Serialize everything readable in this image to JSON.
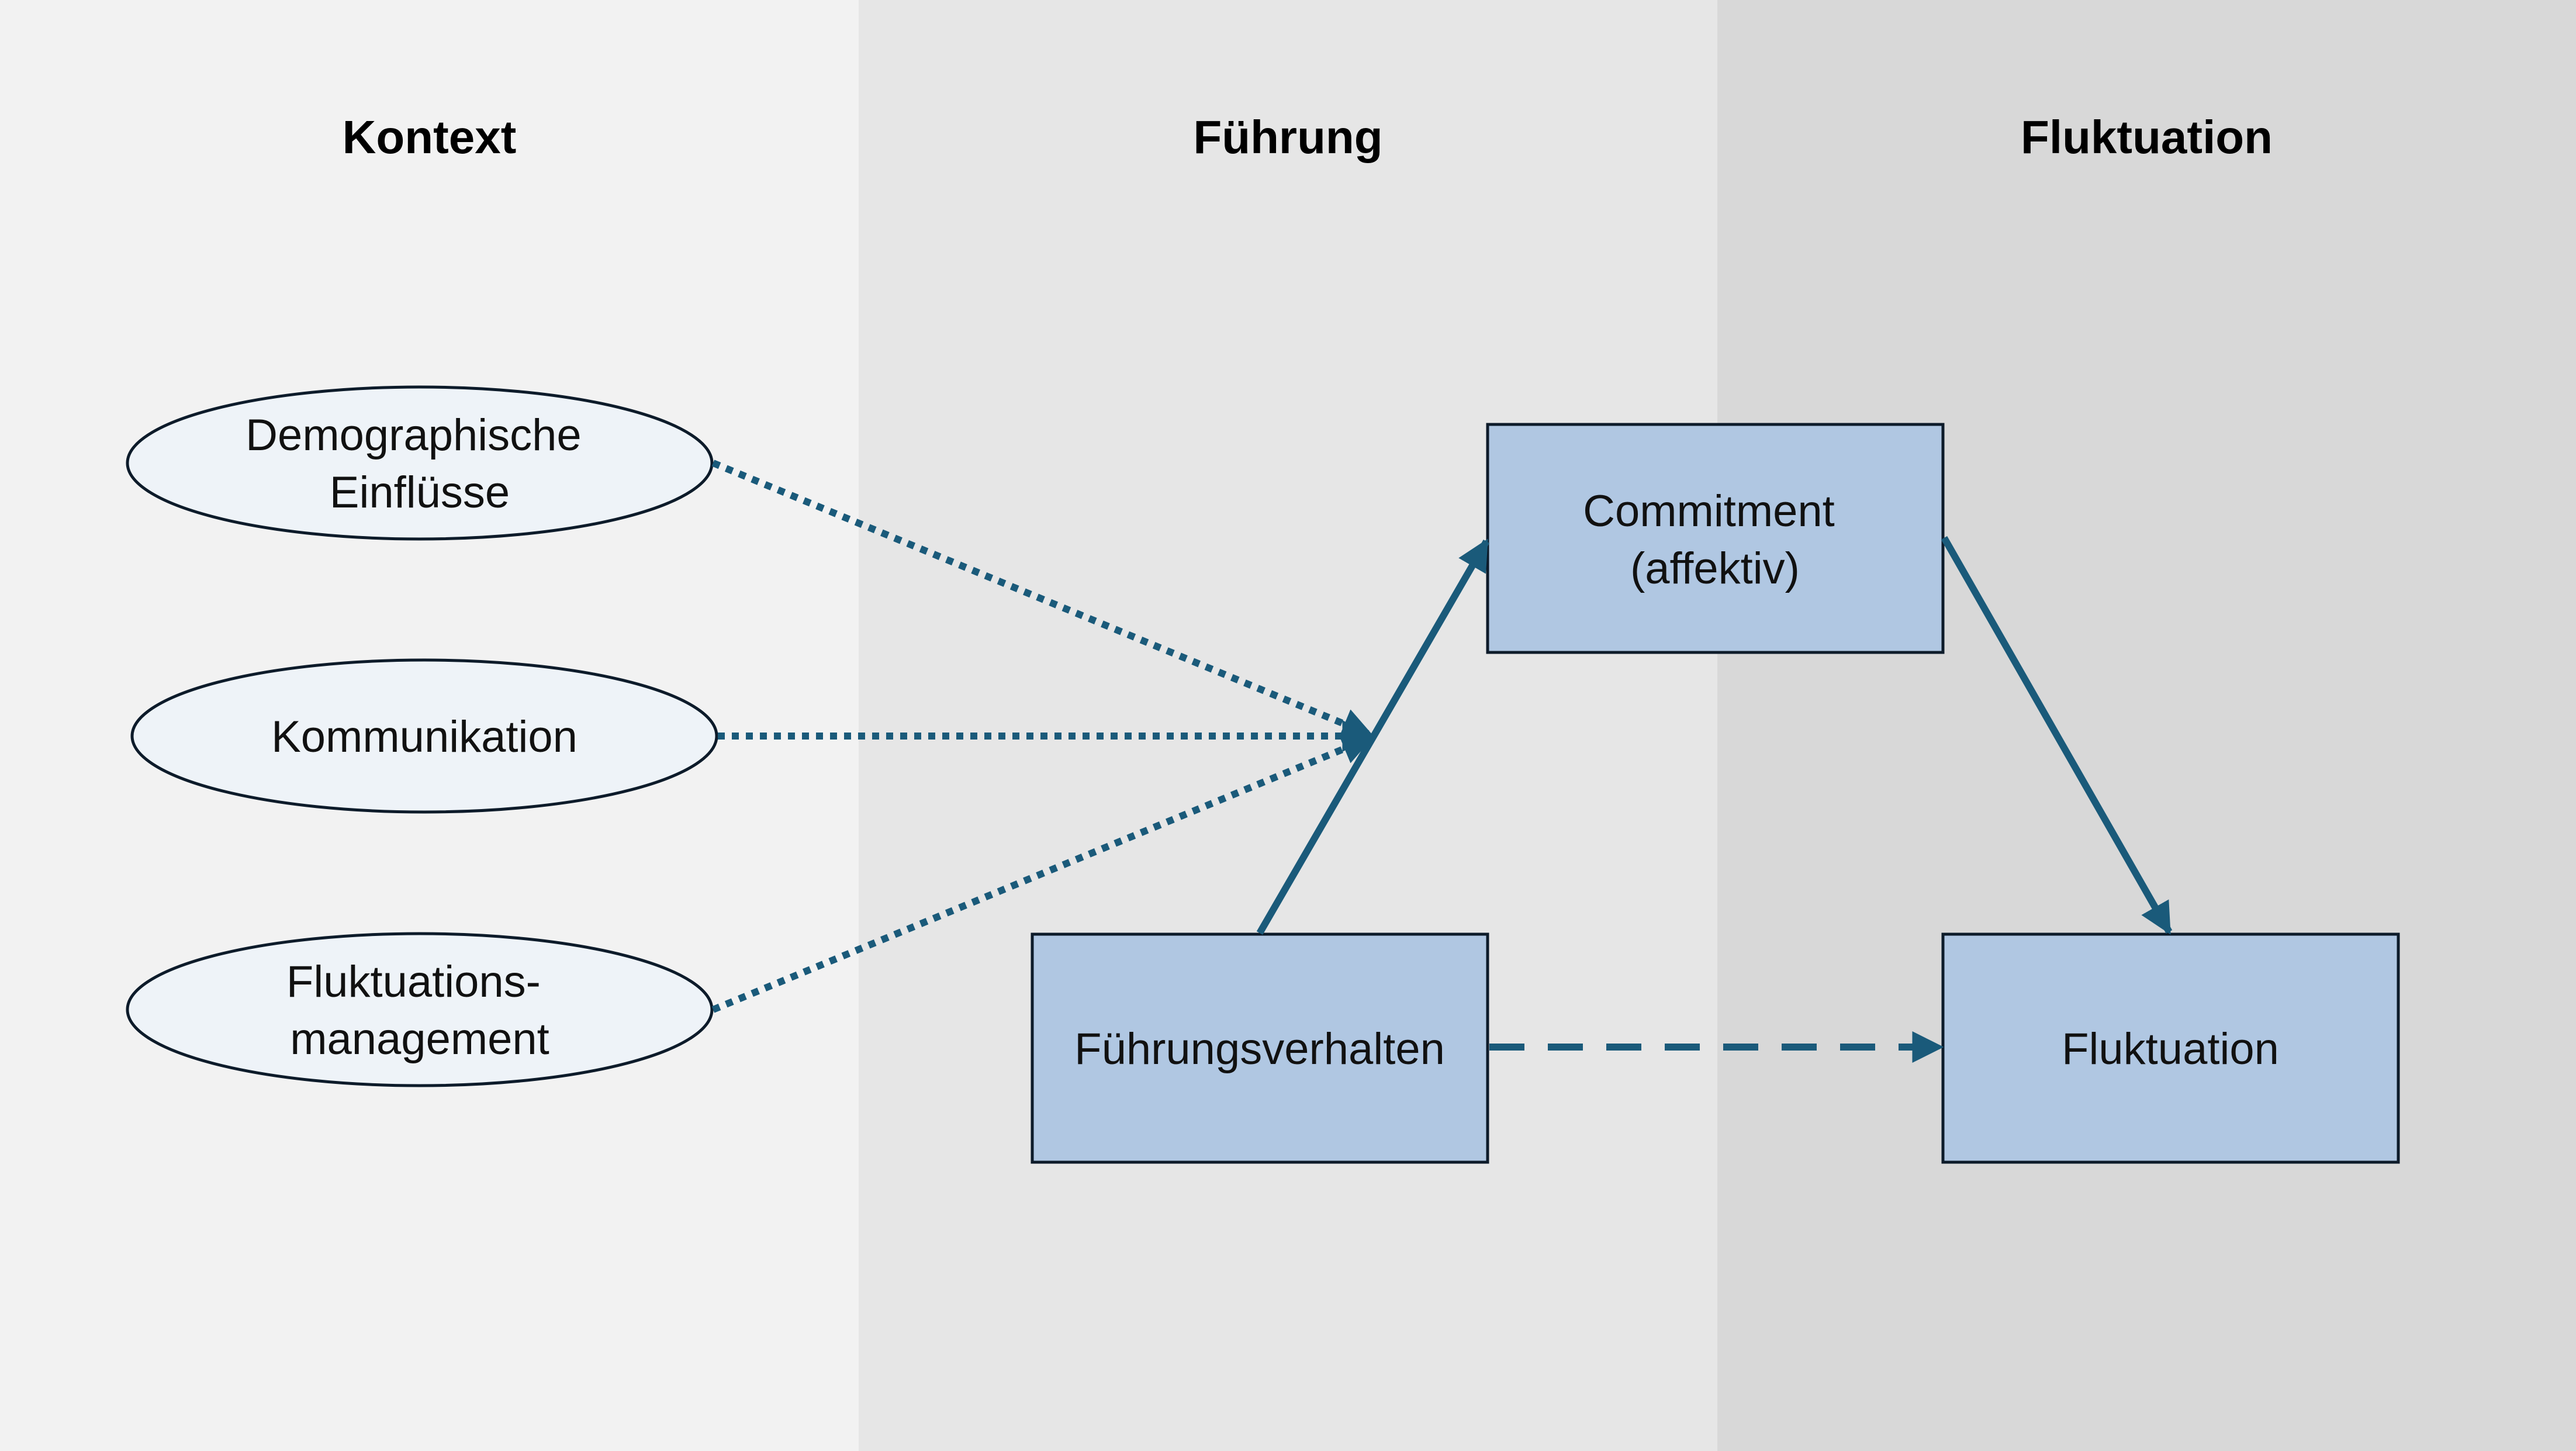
{
  "colors": {
    "column_backgrounds": [
      "#f2f2f2",
      "#e6e6e6",
      "#d8d8d8"
    ],
    "ellipse_fill": "#eef3f8",
    "box_fill": "#b0c7e2",
    "outline": "#0d1b2a",
    "arrow": "#1a5a7a"
  },
  "columns": [
    {
      "title": "Kontext"
    },
    {
      "title": "Führung"
    },
    {
      "title": "Fluktuation"
    }
  ],
  "context_factors": [
    {
      "lines": [
        "Demographische",
        "Einflüsse"
      ]
    },
    {
      "lines": [
        "Kommunikation"
      ]
    },
    {
      "lines": [
        "Fluktuations-",
        "management"
      ]
    }
  ],
  "boxes": {
    "commitment": {
      "lines": [
        "Commitment",
        "(affektiv)"
      ]
    },
    "fuehrungsverhalten": {
      "lines": [
        "Führungsverhalten"
      ]
    },
    "fluktuation": {
      "lines": [
        "Fluktuation"
      ]
    }
  },
  "relations": [
    {
      "from": "Führungsverhalten",
      "to": "Commitment (affektiv)",
      "style": "solid"
    },
    {
      "from": "Commitment (affektiv)",
      "to": "Fluktuation",
      "style": "solid"
    },
    {
      "from": "Führungsverhalten",
      "to": "Fluktuation",
      "style": "dashed"
    },
    {
      "from": "Demographische Einflüsse",
      "to": "Führungsverhalten → Commitment",
      "style": "dotted"
    },
    {
      "from": "Kommunikation",
      "to": "Führungsverhalten → Commitment",
      "style": "dotted"
    },
    {
      "from": "Fluktuations-management",
      "to": "Führungsverhalten → Commitment",
      "style": "dotted"
    }
  ]
}
